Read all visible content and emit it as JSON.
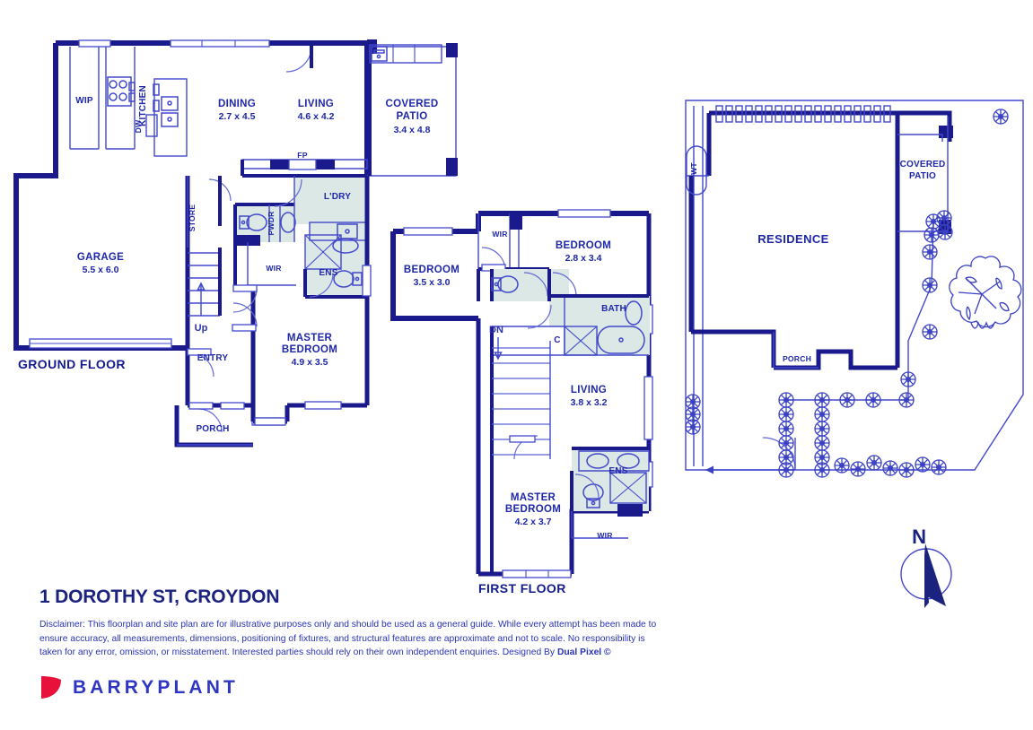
{
  "document": {
    "address": "1 DOROTHY ST, CROYDON",
    "disclaimer_text": "Disclaimer: This floorplan and site plan are for illustrative purposes only and should be used as a general guide. While every attempt has been made to ensure accuracy, all measurements, dimensions, positioning of fixtures, and structural features are approximate and not to scale. No responsibility is taken for any error, omission, or misstatement. Interested parties should rely on their own independent enquiries. Designed By ",
    "disclaimer_designer": "Dual Pixel ©",
    "brand_name": "BARRYPLANT"
  },
  "colors": {
    "wall": "#1a1a8c",
    "wall_dark": "#141b8f",
    "line": "#3f46c8",
    "text": "#1f27a8",
    "wet_fill": "#dce8e6",
    "brand_red": "#e8113c",
    "brand_blue": "#2f36c4",
    "background": "#ffffff"
  },
  "ground_floor": {
    "title": "GROUND FLOOR",
    "rooms": [
      {
        "name": "WIP",
        "label": "WIP",
        "dimensions": ""
      },
      {
        "name": "KITCHEN",
        "label": "KITCHEN",
        "dimensions": ""
      },
      {
        "name": "DW",
        "label": "DW",
        "dimensions": ""
      },
      {
        "name": "DINING",
        "label": "DINING",
        "dimensions": "2.7 x 4.5"
      },
      {
        "name": "LIVING",
        "label": "LIVING",
        "dimensions": "4.6 x 4.2"
      },
      {
        "name": "COVERED PATIO",
        "label_line1": "COVERED",
        "label_line2": "PATIO",
        "dimensions": "3.4 x 4.8"
      },
      {
        "name": "FP",
        "label": "FP",
        "dimensions": ""
      },
      {
        "name": "L'DRY",
        "label": "L'DRY",
        "dimensions": ""
      },
      {
        "name": "PWDR",
        "label": "PWDR",
        "dimensions": ""
      },
      {
        "name": "ENS",
        "label": "ENS",
        "dimensions": ""
      },
      {
        "name": "WIR",
        "label": "WIR",
        "dimensions": ""
      },
      {
        "name": "STORE",
        "label": "STORE",
        "dimensions": ""
      },
      {
        "name": "GARAGE",
        "label": "GARAGE",
        "dimensions": "5.5 x 6.0"
      },
      {
        "name": "ENTRY",
        "label": "ENTRY",
        "dimensions": ""
      },
      {
        "name": "PORCH",
        "label": "PORCH",
        "dimensions": ""
      },
      {
        "name": "MASTER BEDROOM",
        "label_line1": "MASTER",
        "label_line2": "BEDROOM",
        "dimensions": "4.9 x 3.5"
      }
    ],
    "stair_direction": "Up"
  },
  "first_floor": {
    "title": "FIRST FLOOR",
    "rooms": [
      {
        "name": "BEDROOM 2",
        "label": "BEDROOM",
        "dimensions": "3.5 x 3.0"
      },
      {
        "name": "BEDROOM 3",
        "label": "BEDROOM",
        "dimensions": "2.8 x 3.4"
      },
      {
        "name": "WIR",
        "label": "WIR",
        "dimensions": ""
      },
      {
        "name": "BATH",
        "label": "BATH",
        "dimensions": ""
      },
      {
        "name": "C",
        "label": "C",
        "dimensions": ""
      },
      {
        "name": "LIVING",
        "label": "LIVING",
        "dimensions": "3.8 x 3.2"
      },
      {
        "name": "ENS",
        "label": "ENS",
        "dimensions": ""
      },
      {
        "name": "WIR 2",
        "label": "WIR",
        "dimensions": ""
      },
      {
        "name": "MASTER BEDROOM",
        "label_line1": "MASTER",
        "label_line2": "BEDROOM",
        "dimensions": "4.2 x 3.7"
      }
    ],
    "stair_direction": "DN"
  },
  "site_plan": {
    "labels": [
      {
        "name": "RESIDENCE",
        "label": "RESIDENCE"
      },
      {
        "name": "COVERED PATIO",
        "label_line1": "COVERED",
        "label_line2": "PATIO"
      },
      {
        "name": "WT",
        "label": "WT"
      },
      {
        "name": "PORCH",
        "label": "PORCH"
      }
    ]
  },
  "compass": {
    "north_label": "N"
  }
}
